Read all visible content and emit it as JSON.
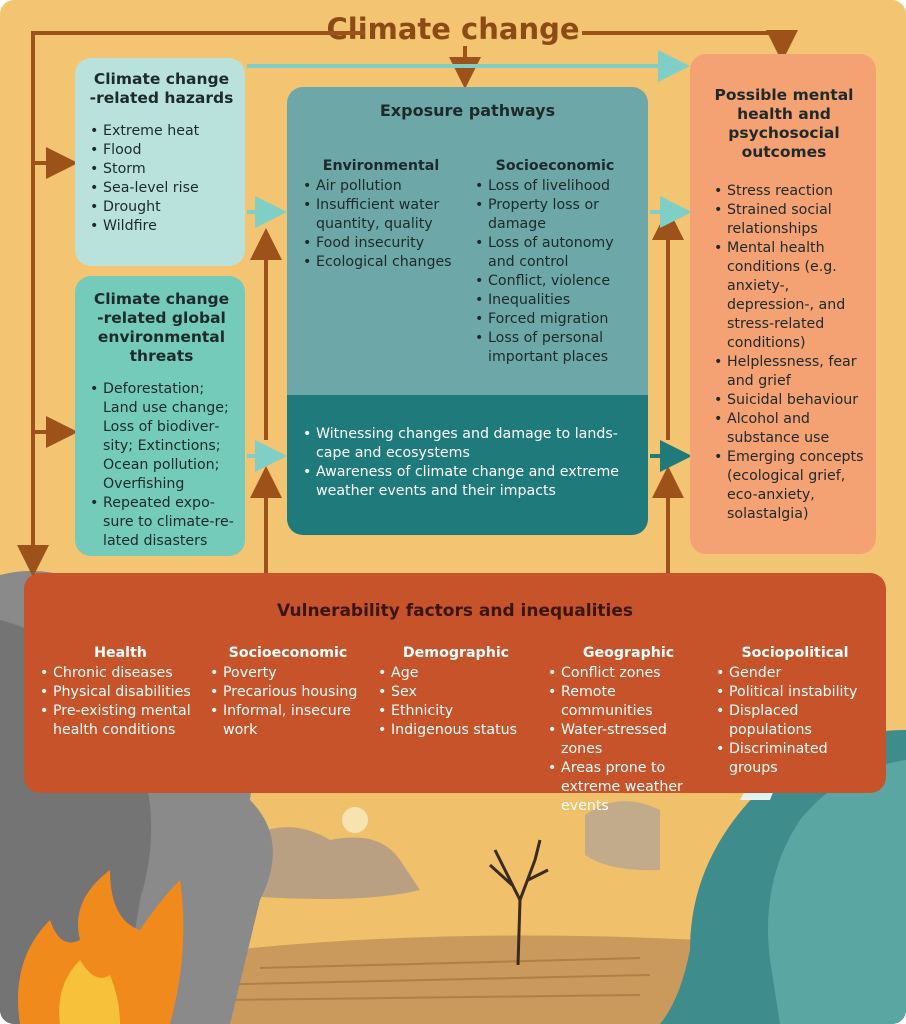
{
  "title": "Climate change",
  "hazards": {
    "title": "Climate change -related hazards",
    "items": [
      "Extreme heat",
      "Flood",
      "Storm",
      "Sea-level rise",
      "Drought",
      "Wildfire"
    ]
  },
  "threats": {
    "title": "Climate change -related global environmental threats",
    "items": [
      "Deforestation; Land use change; Loss of biodiver­sity; Extinctions; Ocean pollution; Overfishing",
      "Repeated expo­sure to climate-re­lated disasters"
    ]
  },
  "exposure": {
    "title": "Exposure pathways",
    "environmental": {
      "title": "Environmental",
      "items": [
        "Air pollution",
        "Insufficient water quantity, quality",
        "Food insecurity",
        "Ecological changes"
      ]
    },
    "socioeconomic": {
      "title": "Socioeconomic",
      "items": [
        "Loss of livelihood",
        "Property loss or damage",
        "Loss of autonomy and control",
        "Conflict, violence",
        "Inequalities",
        "Forced migration",
        "Loss of personal important places"
      ]
    },
    "witness_items": [
      "Witnessing changes and damage to lands­cape and ecosystems",
      "Awareness of climate change and extreme weather events and their impacts"
    ]
  },
  "outcomes": {
    "title": "Possible mental health and psychosocial outcomes",
    "items": [
      "Stress reaction",
      "Strained social relationships",
      "Mental health conditions (e.g. anxiety-, depression-, and stress-related conditions)",
      "Helplessness, fear and grief",
      "Suicidal behaviour",
      "Alcohol and substance use",
      "Emerging concepts (ecological grief, eco-anxiety, solastalgia)"
    ]
  },
  "vulnerability": {
    "title": "Vulnerability factors and inequalities",
    "health": {
      "title": "Health",
      "items": [
        "Chronic diseases",
        "Physical disabilities",
        "Pre-existing mental health conditions"
      ]
    },
    "socioeconomic": {
      "title": "Socioeconomic",
      "items": [
        "Poverty",
        "Precarious housing",
        "Informal, insecure work"
      ]
    },
    "demographic": {
      "title": "Demographic",
      "items": [
        "Age",
        "Sex",
        "Ethnicity",
        "Indigenous status"
      ]
    },
    "geographic": {
      "title": "Geographic",
      "items": [
        "Conflict zones",
        "Remote communities",
        "Water-stressed zones",
        "Areas prone to extre­me weather events"
      ]
    },
    "sociopolitical": {
      "title": "Sociopolitical",
      "items": [
        "Gender",
        "Political instability",
        "Displaced populations",
        "Discriminated groups"
      ]
    }
  },
  "colors": {
    "background": "#f3c572",
    "hazards": "#b9e2dc",
    "threats": "#74cbb9",
    "exposure": "#6da7a7",
    "exposure_dark": "#1f7a7c",
    "outcomes": "#f4a173",
    "vulnerability": "#c6532a",
    "arrow": "#9c5218",
    "arrow_teal": "#7fcfc6"
  }
}
